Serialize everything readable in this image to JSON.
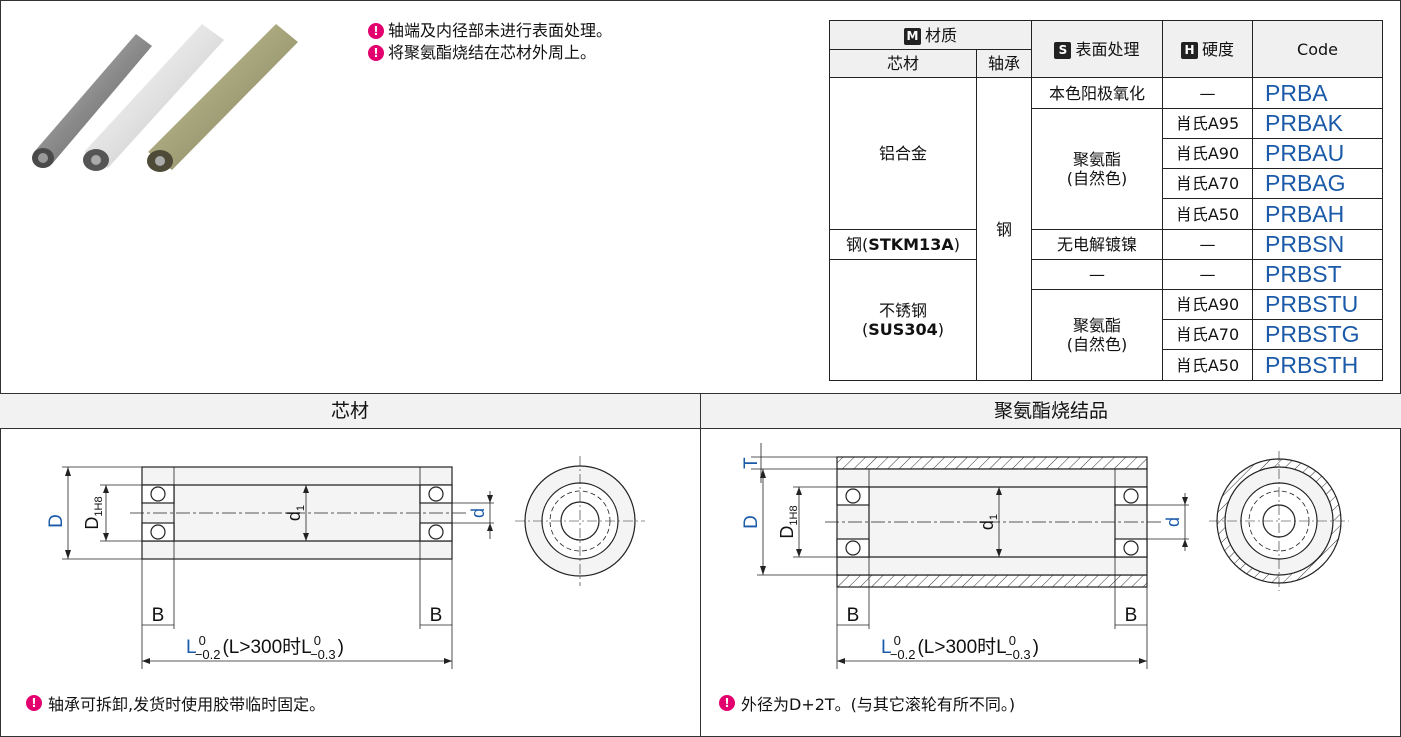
{
  "notes": [
    "轴端及内径部未进行表面处理。",
    "将聚氨酯烧结在芯材外周上。"
  ],
  "table": {
    "header_material": "材质",
    "header_surface": "表面处理",
    "header_hardness": "硬度",
    "header_code": "Code",
    "sub_core": "芯材",
    "sub_bearing": "轴承",
    "badge_m": "M",
    "badge_s": "S",
    "badge_h": "H",
    "core_al": "铝合金",
    "core_steel": "钢(STKM13A)",
    "core_steel_a": "钢(",
    "core_steel_b": "STKM13A",
    "core_steel_c": ")",
    "core_sus_1": "不锈钢",
    "core_sus_2a": "(",
    "core_sus_2b": "SUS304",
    "core_sus_2c": ")",
    "bearing": "钢",
    "surf_anodize": "本色阳极氧化",
    "surf_pu_1": "聚氨酯",
    "surf_pu_2": "(自然色)",
    "surf_nickel": "无电解镀镍",
    "dash": "—",
    "rows": [
      {
        "hardness": "—",
        "code": "PRBA"
      },
      {
        "hardness": "肖氏A95",
        "code": "PRBAK"
      },
      {
        "hardness": "肖氏A90",
        "code": "PRBAU"
      },
      {
        "hardness": "肖氏A70",
        "code": "PRBAG"
      },
      {
        "hardness": "肖氏A50",
        "code": "PRBAH"
      },
      {
        "hardness": "—",
        "code": "PRBSN"
      },
      {
        "hardness": "—",
        "code": "PRBST"
      },
      {
        "hardness": "肖氏A90",
        "code": "PRBSTU"
      },
      {
        "hardness": "肖氏A70",
        "code": "PRBSTG"
      },
      {
        "hardness": "肖氏A50",
        "code": "PRBSTH"
      }
    ]
  },
  "left_panel": {
    "title": "芯材",
    "note": "轴承可拆卸,发货时使用胶带临时固定。",
    "labels": {
      "D": "D",
      "D1": "D",
      "D1_sub": "1H8",
      "d1": "d",
      "d1_sub": "1",
      "d": "d",
      "B": "B",
      "L": "L",
      "tol_up": "0",
      "tol_low": "−0.2",
      "L_cond": "(L>300时L",
      "tol_up2": "0",
      "tol_low2": "−0.3",
      "close": ")"
    }
  },
  "right_panel": {
    "title": "聚氨酯烧结品",
    "note": "外径为D+2T。(与其它滚轮有所不同。)",
    "labels": {
      "T": "T",
      "D": "D",
      "D1": "D",
      "D1_sub": "1H8",
      "d1": "d",
      "d1_sub": "1",
      "d": "d",
      "B": "B",
      "L": "L",
      "tol_up": "0",
      "tol_low": "−0.2",
      "L_cond": "(L>300时L",
      "tol_up2": "0",
      "tol_low2": "−0.3",
      "close": ")"
    }
  },
  "colors": {
    "accent": "#1a5aa8",
    "warn": "#e3006e",
    "pu": "#a8a67a",
    "alu": "#9a9a9a",
    "white_roll": "#e6e6e6"
  }
}
